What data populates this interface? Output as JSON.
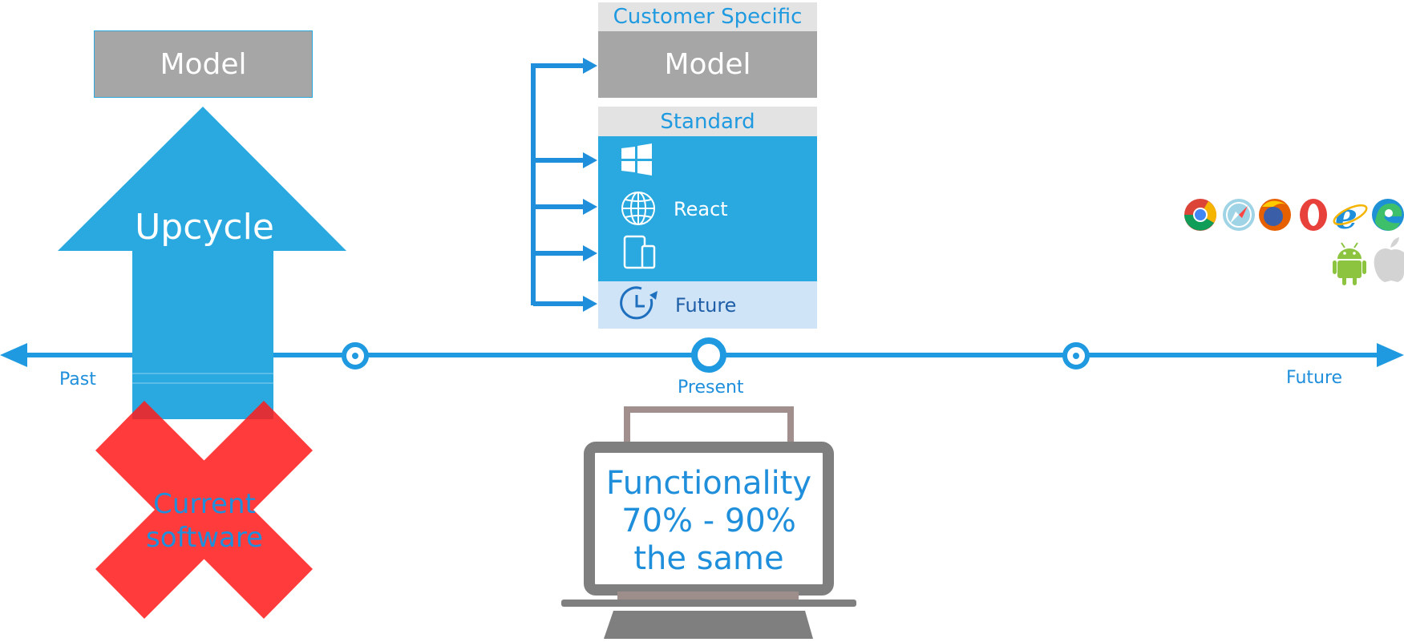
{
  "colors": {
    "accent": "#1f8fdc",
    "arrow_blue": "#29a9e0",
    "model_gray": "#a6a6a6",
    "header_gray": "#e3e3e3",
    "future_bg": "#cfe4f7",
    "cross_red": "#ff2a2a",
    "laptop_gray": "#7f7f7f"
  },
  "left": {
    "model_label": "Model",
    "upcycle_label": "Upcycle",
    "current_software_line1": "Current",
    "current_software_line2": "software"
  },
  "stack": {
    "customer_specific_label": "Customer Specific",
    "model_label": "Model",
    "standard_label": "Standard",
    "rows": [
      {
        "icon": "windows-icon",
        "label": ""
      },
      {
        "icon": "globe-icon",
        "label": "React"
      },
      {
        "icon": "devices-icon",
        "label": ""
      },
      {
        "icon": "clock-refresh-icon",
        "label": "Future"
      }
    ]
  },
  "timeline": {
    "past_label": "Past",
    "present_label": "Present",
    "future_label": "Future"
  },
  "laptop": {
    "line1": "Functionality",
    "line2": "70% - 90%",
    "line3": "the same"
  },
  "platforms": {
    "browsers": [
      "chrome-icon",
      "safari-icon",
      "firefox-icon",
      "opera-icon",
      "ie-icon",
      "edge-icon"
    ],
    "mobile": [
      "android-icon",
      "apple-icon"
    ]
  }
}
